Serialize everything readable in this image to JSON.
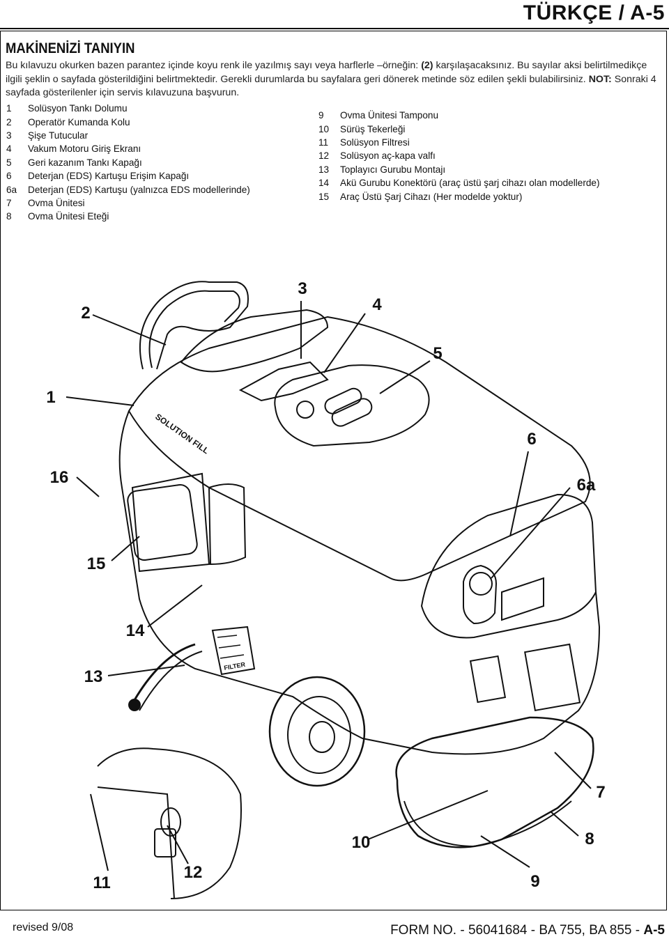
{
  "header": {
    "title": "TÜRKÇE / A-5"
  },
  "section": {
    "title": "MAKİNENİZİ TANIYIN",
    "intro_part1": "Bu kılavuzu okurken bazen parantez içinde koyu renk ile yazılmış sayı veya harflerle –örneğin: ",
    "intro_bold": "(2)",
    "intro_part2": " karşılaşacaksınız. Bu sayılar aksi belirtilmedikçe ilgili şeklin o sayfada gösterildiğini belirtmektedir. Gerekli durumlarda bu sayfalara geri dönerek metinde söz edilen şekli bulabilirsiniz. ",
    "note_label": "NOT:",
    "note_text": " Sonraki 4 sayfada gösterilenler için servis kılavuzuna başvurun."
  },
  "parts_left": [
    {
      "num": "1",
      "label": "Solüsyon Tankı Dolumu"
    },
    {
      "num": "2",
      "label": "Operatör Kumanda Kolu"
    },
    {
      "num": "3",
      "label": "Şişe Tutucular"
    },
    {
      "num": "4",
      "label": "Vakum Motoru Giriş Ekranı"
    },
    {
      "num": "5",
      "label": "Geri kazanım Tankı Kapağı"
    },
    {
      "num": "6",
      "label": "Deterjan (EDS) Kartuşu Erişim Kapağı"
    },
    {
      "num": "6a",
      "label": "Deterjan (EDS) Kartuşu (yalnızca EDS modellerinde)"
    },
    {
      "num": "7",
      "label": "Ovma Ünitesi"
    },
    {
      "num": "8",
      "label": "Ovma Ünitesi Eteği"
    }
  ],
  "parts_right": [
    {
      "num": "9",
      "label": "Ovma Ünitesi Tamponu"
    },
    {
      "num": "10",
      "label": "Sürüş Tekerleği"
    },
    {
      "num": "11",
      "label": "Solüsyon Filtresi"
    },
    {
      "num": "12",
      "label": "Solüsyon aç-kapa valfı"
    },
    {
      "num": "13",
      "label": "Toplayıcı Gurubu Montajı"
    },
    {
      "num": "14",
      "label": "Akü Gurubu Konektörü (araç üstü şarj cihazı olan modellerde)"
    },
    {
      "num": "15",
      "label": "Araç Üstü Şarj Cihazı (Her modelde yoktur)"
    }
  ],
  "figure": {
    "callouts": [
      "2",
      "3",
      "4",
      "5",
      "1",
      "6",
      "16",
      "6a",
      "15",
      "14",
      "13",
      "7",
      "10",
      "8",
      "11",
      "12",
      "9"
    ],
    "machine_labels": {
      "solution_fill": "SOLUTION FILL",
      "filter": "FILTER"
    }
  },
  "footer": {
    "revised": "revised 9/08",
    "form_prefix": "FORM NO. - 56041684 - BA 755, BA 855 - ",
    "form_page": "A-5"
  }
}
